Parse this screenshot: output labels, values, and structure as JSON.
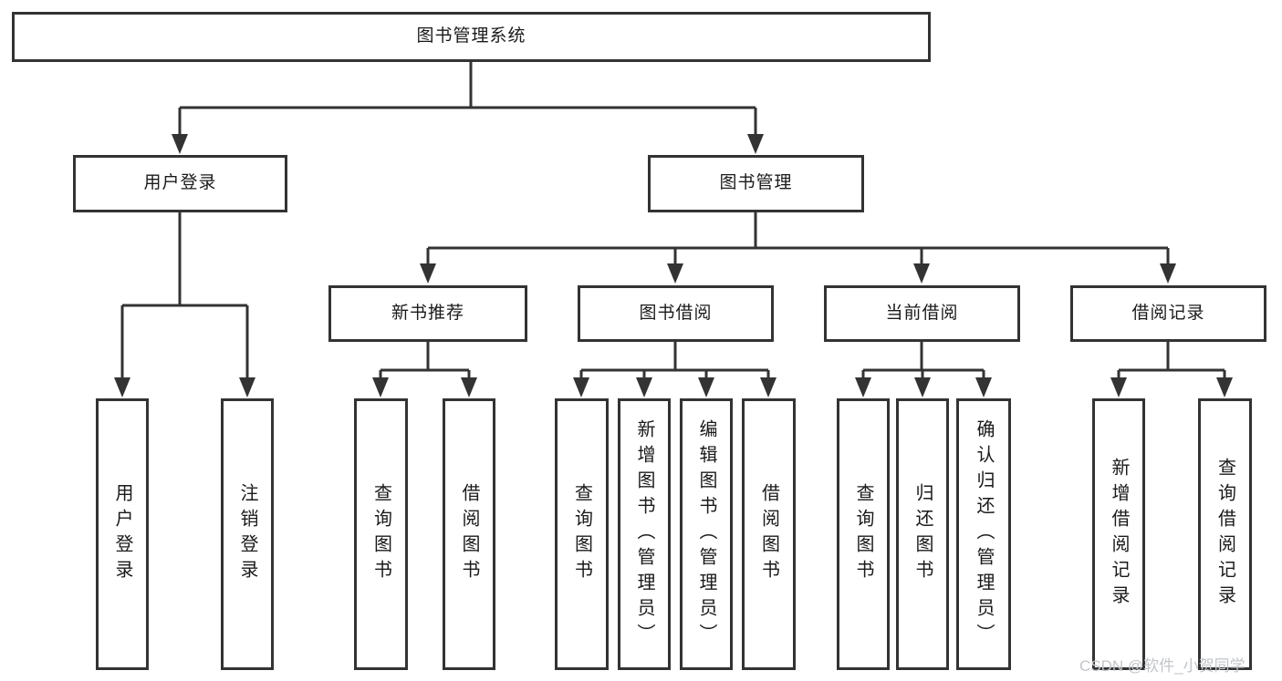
{
  "diagram": {
    "root": {
      "label": "图书管理系统"
    },
    "branches": [
      {
        "label": "用户登录",
        "children": [
          {
            "label": "用户登录"
          },
          {
            "label": "注销登录"
          }
        ]
      },
      {
        "label": "图书管理",
        "children": [
          {
            "label": "新书推荐",
            "children": [
              {
                "label": "查询图书"
              },
              {
                "label": "借阅图书"
              }
            ]
          },
          {
            "label": "图书借阅",
            "children": [
              {
                "label": "查询图书"
              },
              {
                "label": "新增图书（管理员）"
              },
              {
                "label": "编辑图书（管理员）"
              },
              {
                "label": "借阅图书"
              }
            ]
          },
          {
            "label": "当前借阅",
            "children": [
              {
                "label": "查询图书"
              },
              {
                "label": "归还图书"
              },
              {
                "label": "确认归还（管理员）"
              }
            ]
          },
          {
            "label": "借阅记录",
            "children": [
              {
                "label": "新增借阅记录"
              },
              {
                "label": "查询借阅记录"
              }
            ]
          }
        ]
      }
    ],
    "watermark": "CSDN @软件_小贺同学"
  },
  "colors": {
    "line": "#333333",
    "box_border": "#333333",
    "background": "#ffffff",
    "text": "#1a1a1a",
    "watermark": "#c2c5c9"
  }
}
